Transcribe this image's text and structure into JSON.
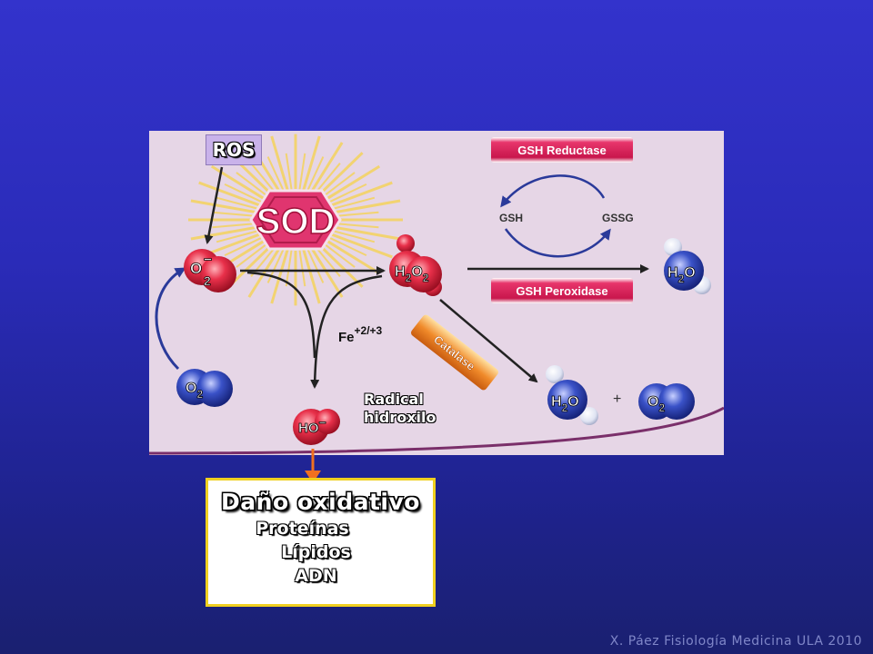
{
  "diagram": {
    "ros_label": "ROS",
    "sod_label": "SOD",
    "gsh_reductase": "GSH Reductase",
    "gsh_peroxidase": "GSH Peroxidase",
    "catalase": "Catalase",
    "gsh": "GSH",
    "gssg": "GSSG",
    "fe_base": "Fe",
    "fe_sup": "+2/+3",
    "plus": "+",
    "radical_line1": "Radical",
    "radical_line2": "hidroxilo",
    "molecules": {
      "superoxide": {
        "main": "O",
        "sub": "2",
        "sup": "−"
      },
      "h2o2": {
        "a": "H",
        "a_sub": "2",
        "b": "O",
        "b_sub": "2"
      },
      "water": {
        "a": "H",
        "a_sub": "2",
        "b": "O"
      },
      "oxygen": {
        "main": "O",
        "sub": "2"
      },
      "hydroxyl": {
        "main": "HO",
        "sup": "−"
      }
    }
  },
  "damage": {
    "title": "Daño oxidativo",
    "items": [
      "Proteínas",
      "Lípidos",
      "ADN"
    ]
  },
  "footer": "X. Páez Fisiología Medicina ULA 2010",
  "colors": {
    "panel": "#e6d6e6",
    "sod": "#e0356f",
    "rays": "#f5d24a",
    "red_molecule": "#d8203a",
    "blue_molecule": "#2c3fa8",
    "arrow_to_damage": "#f07020",
    "box_border": "#f0d020"
  }
}
